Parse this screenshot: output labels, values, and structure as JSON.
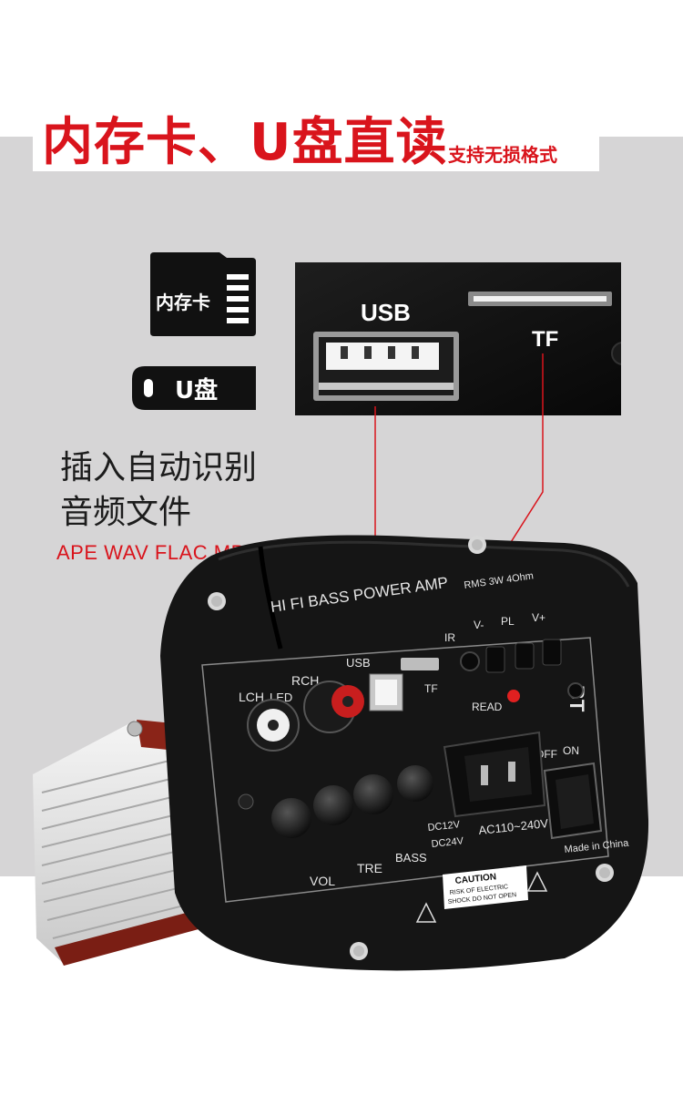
{
  "headline": {
    "title": "内存卡、U盘直读",
    "subtitle": "支持无损格式"
  },
  "icons": {
    "tf_card": {
      "name": "memory-card-icon",
      "label": "内存卡"
    },
    "usb_drive": {
      "name": "usb-drive-icon",
      "label": "U盘"
    }
  },
  "description": {
    "line1": "插入自动识别",
    "line2": "音频文件",
    "formats": "APE WAV FLAC MP3等"
  },
  "closeup": {
    "usb_label": "USB",
    "tf_label": "TF"
  },
  "board": {
    "model": "HI FI BASS POWER AMP",
    "rms": "RMS 3W 4Ohm",
    "usb": "USB",
    "tf": "TF",
    "ir": "IR",
    "v_minus": "V-",
    "pl": "PL",
    "v_plus": "V+",
    "lch": "LCH",
    "rch": "RCH",
    "led": "LED",
    "read": "READ",
    "bt": "BT",
    "off": "OFF",
    "on": "ON",
    "ac": "AC110~240V",
    "dc12": "DC12V",
    "dc24": "DC24V",
    "vol": "VOL",
    "tre": "TRE",
    "bass": "BASS",
    "made": "Made in China",
    "caution": "CAUTION",
    "caution_line1": "RISK OF ELECTRIC",
    "caution_line2": "SHOCK DO NOT OPEN"
  },
  "colors": {
    "accent_red": "#d9141c",
    "band_gray": "#d6d5d6",
    "panel_black": "#141414"
  }
}
